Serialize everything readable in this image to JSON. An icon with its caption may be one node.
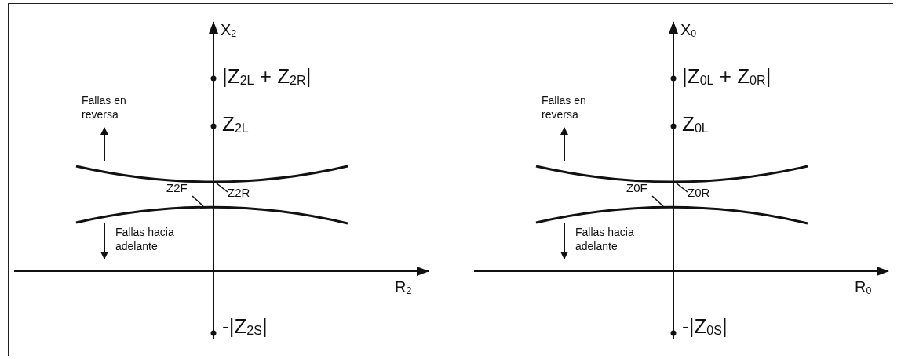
{
  "diagram": {
    "nodes": [
      {
        "text": [
          "Z2F"
        ]
      },
      {
        "text": [
          "Z2R"
        ]
      },
      {
        "text": [],
        "shape": "curve"
      },
      {
        "text": [],
        "shape": "curve"
      },
      {
        "text": [
          "Z0F"
        ]
      },
      {
        "text": [
          "Z0R"
        ]
      },
      {
        "text": [],
        "shape": "curve"
      },
      {
        "text": [],
        "shape": "curve"
      }
    ],
    "edges": [
      {
        "from": 0,
        "to": 3,
        "arrow": "none"
      },
      {
        "from": 1,
        "to": 2,
        "arrow": "none"
      },
      {
        "from": 4,
        "to": 7,
        "arrow": "none"
      },
      {
        "from": 5,
        "to": 6,
        "arrow": "none"
      }
    ],
    "labels": [
      "X$_{2}$",
      "|Z$_{2L}$ + Z$_{2R}$|",
      "Fallas en reversa",
      "Z$_{2L}$",
      "Fallas hacia adelante",
      "R$_{2}$",
      "-|Z$_{2S}$|",
      "X$_{0}$",
      "|Z$_{0L}$ + Z$_{0R}$|",
      "Fallas en reversa",
      "Z$_{0L}$",
      "Fallas hacia adelante",
      "R$_{0}$",
      "-|Z$_{0S}$|"
    ]
  }
}
